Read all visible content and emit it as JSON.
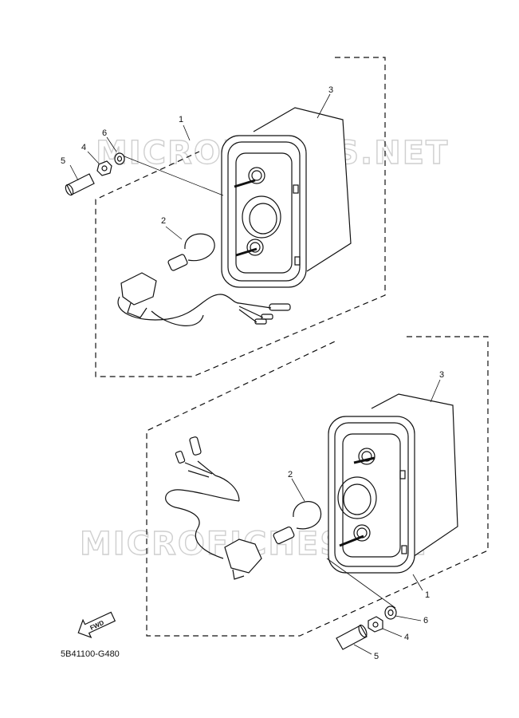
{
  "diagram_code": "5B41100-G480",
  "watermark": "MICROFICHES.NET",
  "direction_arrow": "FWD",
  "callouts": {
    "top": [
      "1",
      "2",
      "3",
      "4",
      "5",
      "6"
    ],
    "bottom": [
      "1",
      "2",
      "3",
      "4",
      "5",
      "6"
    ]
  }
}
